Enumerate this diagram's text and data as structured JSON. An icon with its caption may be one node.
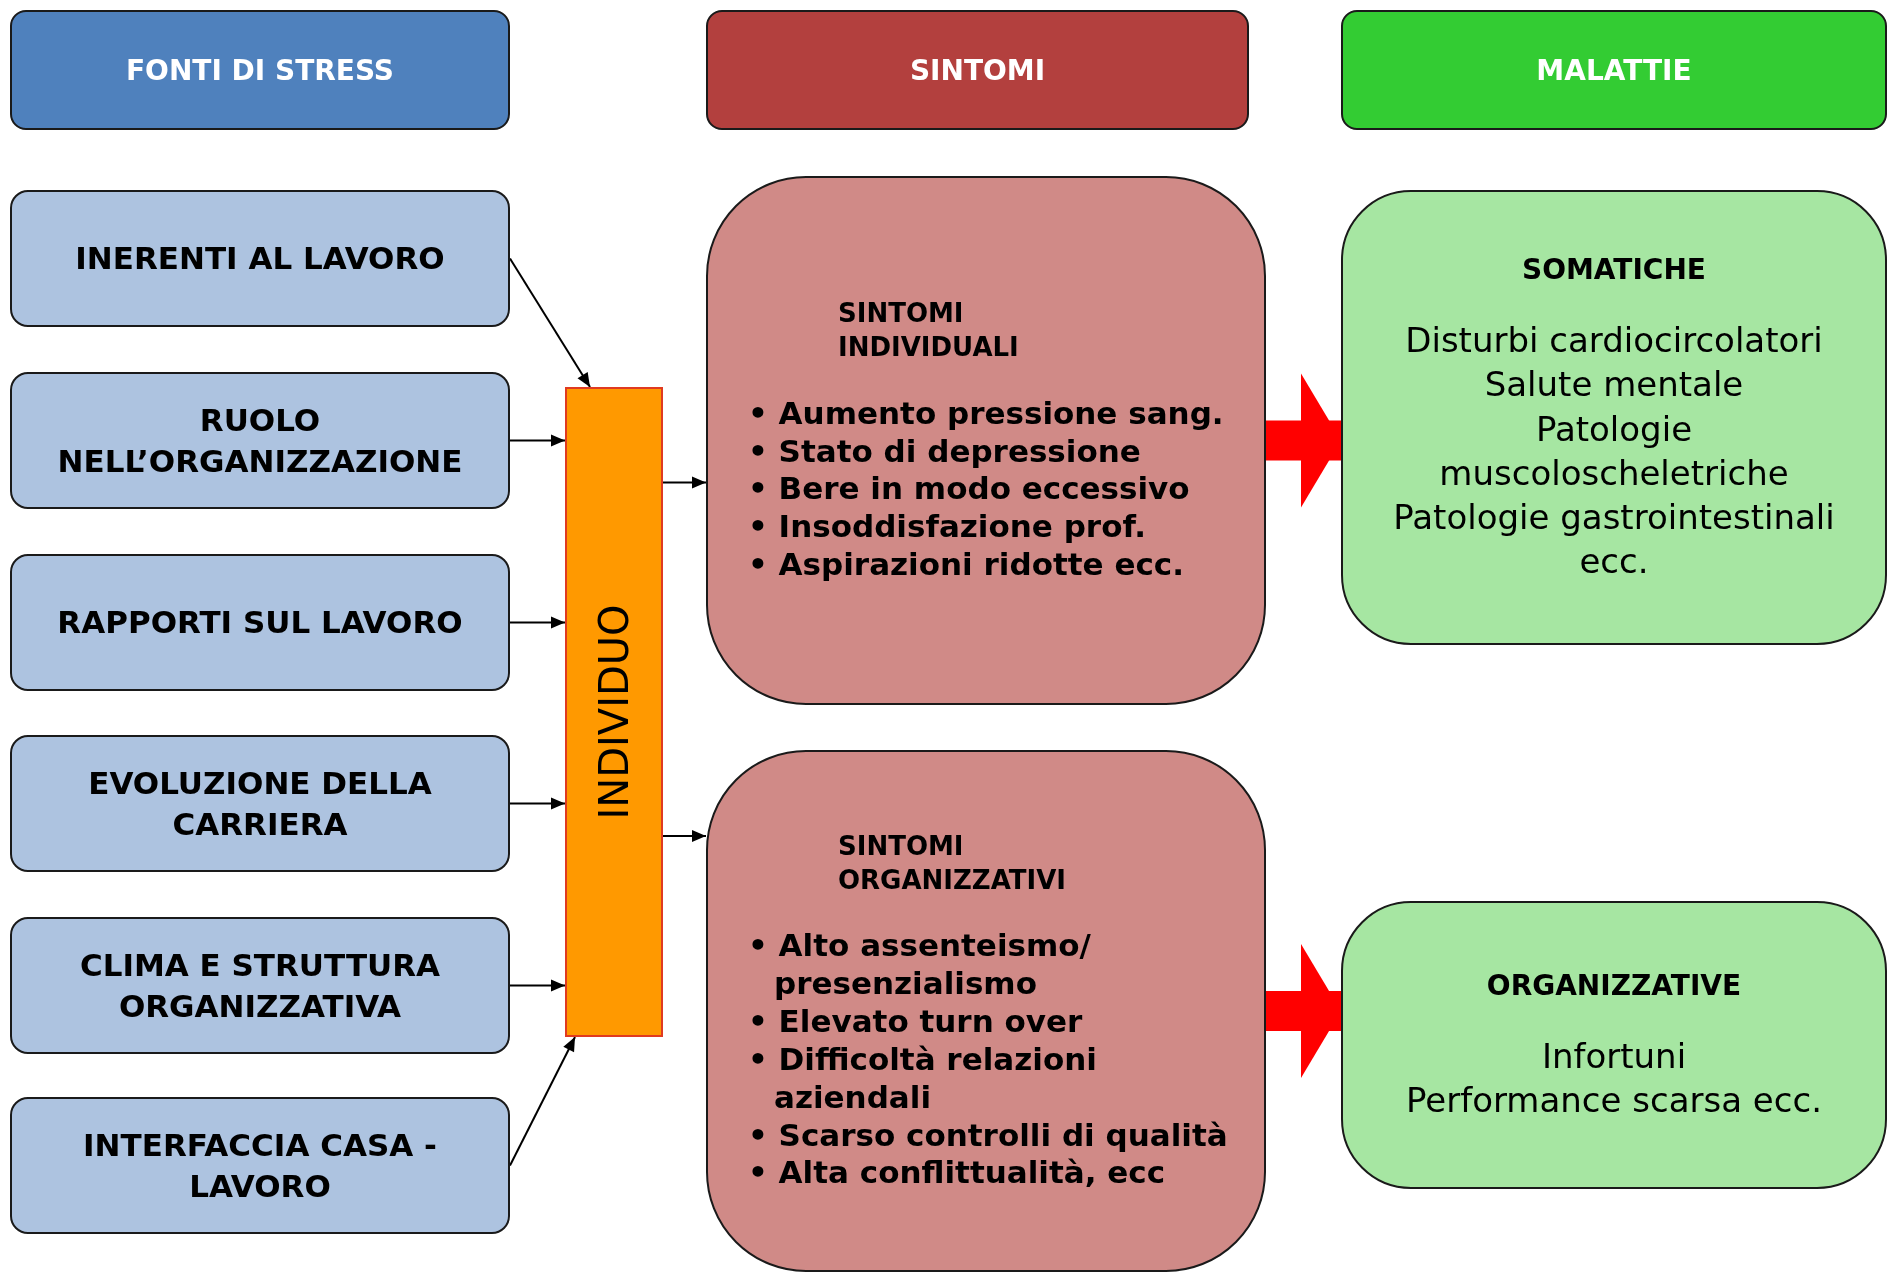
{
  "diagram": {
    "nodes": [
      {
        "text": [
          "FONTI DI STRESS"
        ]
      },
      {
        "text": [
          "SINTOMI"
        ]
      },
      {
        "text": [
          "MALATTIE"
        ]
      },
      {
        "text": [
          "INERENTI AL LAVORO"
        ]
      },
      {
        "text": [
          "RUOLO NELL’ORGANIZZAZIONE"
        ]
      },
      {
        "text": [
          "RAPPORTI SUL LAVORO"
        ]
      },
      {
        "text": [
          "EVOLUZIONE DELLA CARRIERA"
        ]
      },
      {
        "text": [
          "CLIMA E STRUTTURA ORGANIZZATIVA"
        ]
      },
      {
        "text": [
          "INTERFACCIA CASA - LAVORO"
        ]
      },
      {
        "text": [
          "INDIVIDUO"
        ]
      },
      {
        "text": [
          "SINTOMI INDIVIDUALI",
          "• Aumento pressione sang.",
          "• Stato di depressione",
          "• Bere in modo eccessivo",
          "• Insoddisfazione prof.",
          "• Aspirazioni ridotte ecc."
        ]
      },
      {
        "text": [
          "SINTOMI ORGANIZZATIVI",
          "• Alto assenteismo/ presenzialismo",
          "• Elevato turn over",
          "• Difficoltà relazioni aziendali",
          "• Scarso controlli di qualità",
          "• Alta conflittualità, ecc"
        ]
      },
      {
        "text": [
          "SOMATICHE",
          "Disturbi cardiocircolatori",
          "Salute mentale",
          "Patologie muscoloscheletriche",
          "Patologie gastrointestinali ecc."
        ]
      },
      {
        "text": [
          "ORGANIZZATIVE",
          "Infortuni",
          "Performance scarsa ecc."
        ]
      }
    ],
    "edges": [
      {
        "from": 3,
        "to": 9,
        "arrow": "to"
      },
      {
        "from": 4,
        "to": 9,
        "arrow": "to"
      },
      {
        "from": 5,
        "to": 9,
        "arrow": "to"
      },
      {
        "from": 6,
        "to": 9,
        "arrow": "to"
      },
      {
        "from": 7,
        "to": 9,
        "arrow": "to"
      },
      {
        "from": 8,
        "to": 9,
        "arrow": "to"
      },
      {
        "from": 9,
        "to": 10,
        "arrow": "to"
      },
      {
        "from": 9,
        "to": 11,
        "arrow": "to"
      },
      {
        "from": 10,
        "to": 12,
        "arrow": "to",
        "style": "thick",
        "color": "#ff0000"
      },
      {
        "from": 11,
        "to": 13,
        "arrow": "to",
        "style": "thick",
        "color": "#ff0000"
      }
    ]
  }
}
